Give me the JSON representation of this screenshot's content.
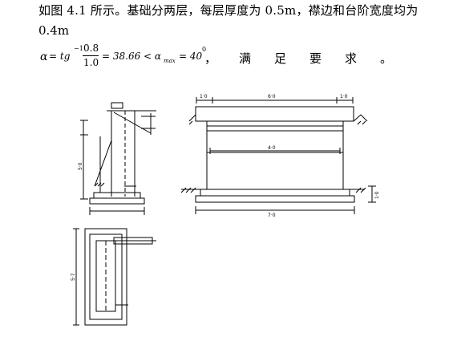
{
  "text": {
    "line1": "如图 4.1 所示。基础分两层，每层厚度为 0.5m，襟边和台阶宽度均为",
    "line2": "0.4m",
    "formula": {
      "alpha": "α",
      "eq1": "= tg",
      "sup": "−1",
      "num": "0.8",
      "den": "1.0",
      "rest": "= 38.66 < α",
      "sub": "max",
      "end": "= 40",
      "deg": "0"
    },
    "comma": "，",
    "result": [
      "满",
      "足",
      "要",
      "求",
      "。"
    ]
  },
  "drawing_labels": {
    "top_dim_left": "1·0",
    "top_dim_mid": "6·0",
    "top_dim_right": "1·0",
    "mid_dim": "4·0",
    "bottom_dim": "7·0",
    "right_height": "1·0",
    "side_height": "5·0",
    "plan_height": "5·7"
  }
}
